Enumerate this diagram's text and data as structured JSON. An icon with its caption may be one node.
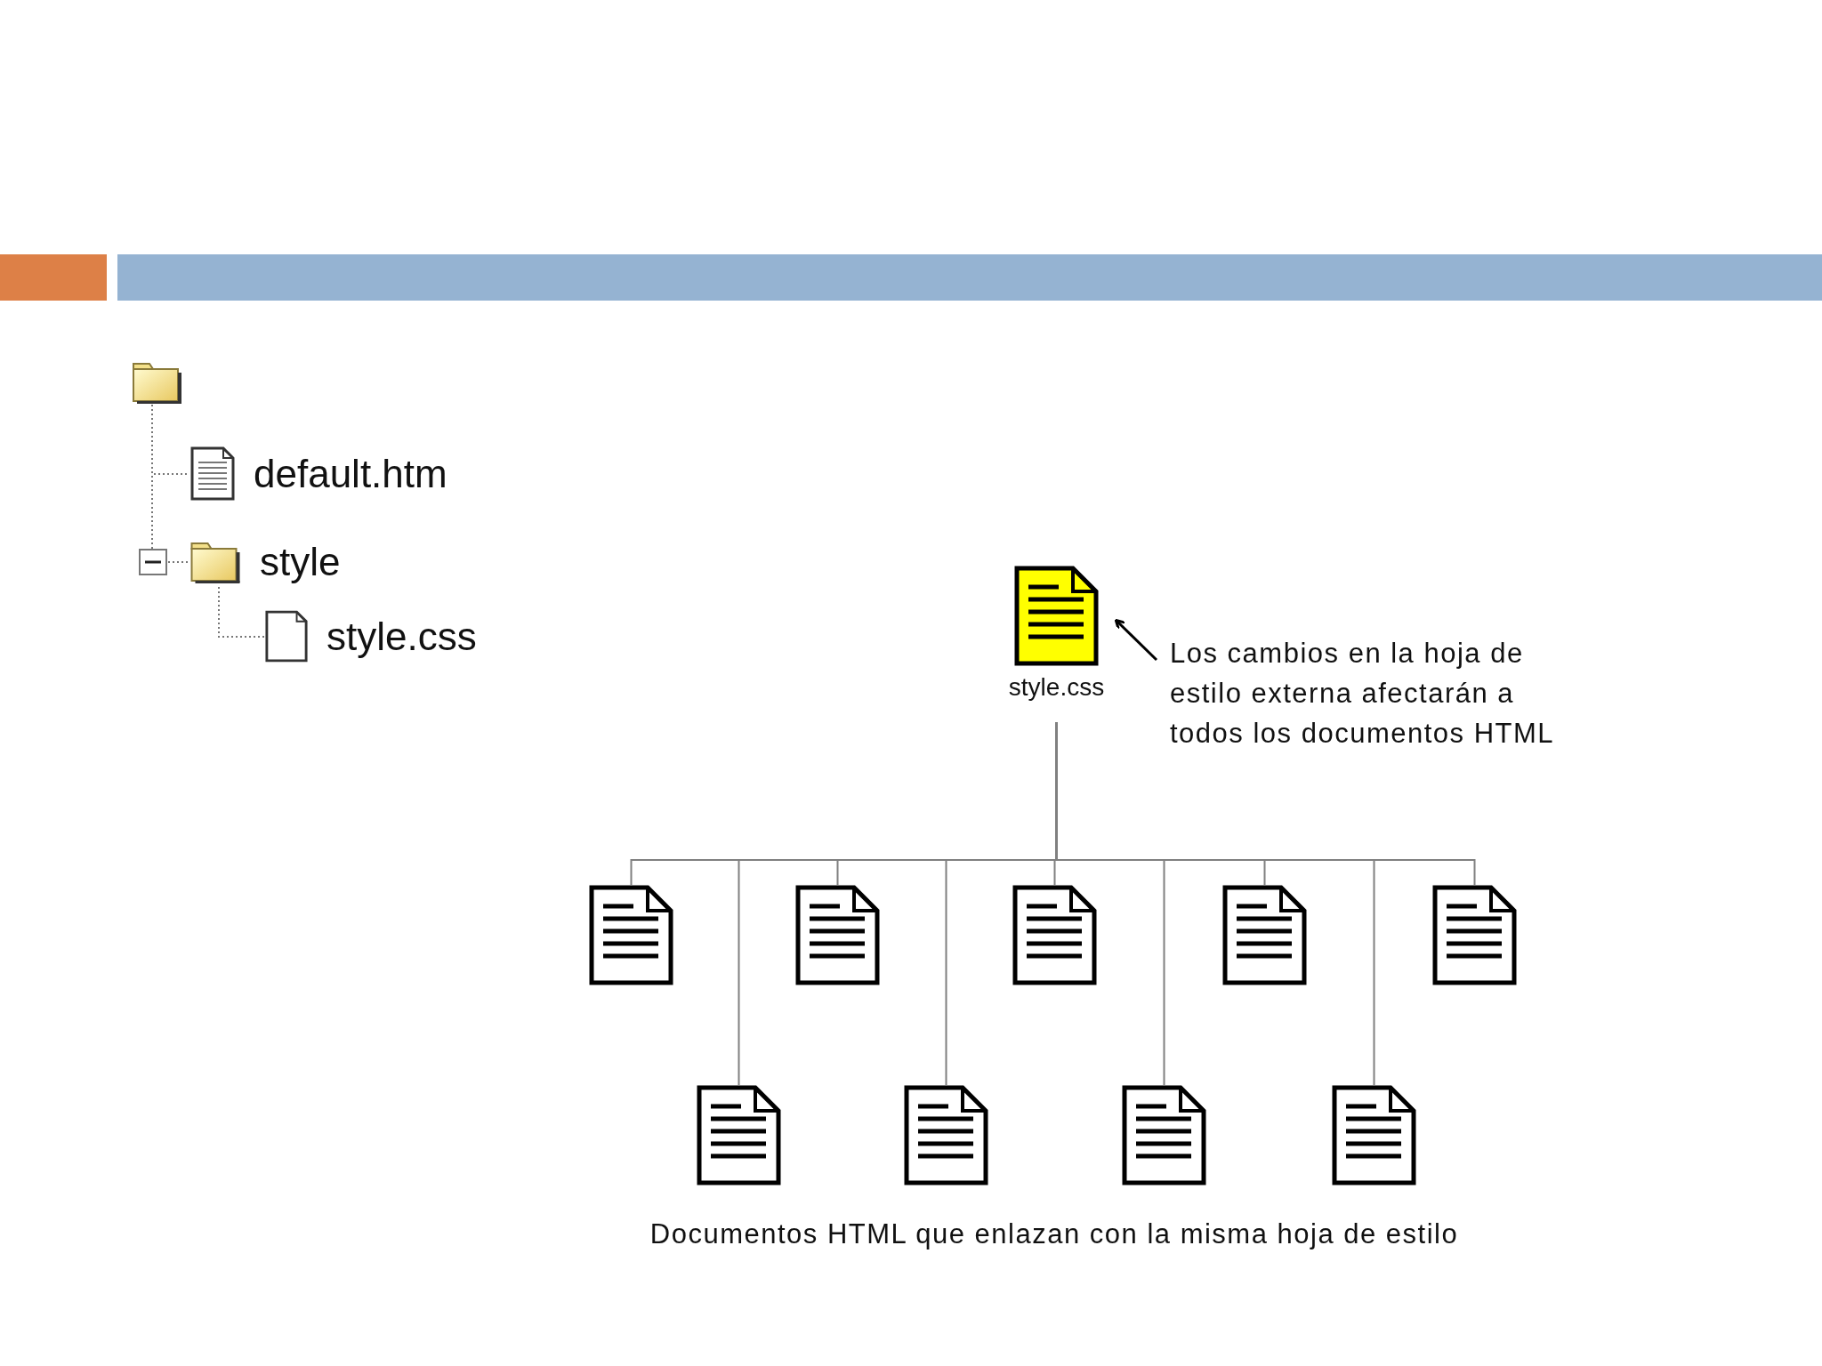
{
  "diagram": {
    "caption": "Documentos HTML que enlazan con la misma hoja de estilo",
    "nodes": [
      {
        "text": [],
        "shape": "folder"
      },
      {
        "text": [
          "default.htm"
        ]
      },
      {
        "text": [
          "style"
        ]
      },
      {
        "text": [
          "style.css"
        ]
      },
      {
        "text": [
          "style.css"
        ]
      },
      {
        "text": [
          "Los cambios en la hoja de estilo externa afectarán a todos los documentos HTML"
        ]
      },
      {
        "text": [],
        "shape": "document"
      },
      {
        "text": [],
        "shape": "document"
      },
      {
        "text": [],
        "shape": "document"
      },
      {
        "text": [],
        "shape": "document"
      },
      {
        "text": [],
        "shape": "document"
      },
      {
        "text": [],
        "shape": "document"
      },
      {
        "text": [],
        "shape": "document"
      },
      {
        "text": [],
        "shape": "document"
      },
      {
        "text": [],
        "shape": "document"
      }
    ],
    "edges": [
      {
        "from": 0,
        "to": 1,
        "arrow": "none",
        "style": "dashed"
      },
      {
        "from": 0,
        "to": 2,
        "arrow": "none",
        "style": "dashed"
      },
      {
        "from": 2,
        "to": 3,
        "arrow": "none",
        "style": "dashed"
      },
      {
        "from": 5,
        "to": 4,
        "arrow": "to",
        "color": "#000000"
      },
      {
        "from": 4,
        "to": 6,
        "arrow": "none"
      },
      {
        "from": 4,
        "to": 7,
        "arrow": "none"
      },
      {
        "from": 4,
        "to": 8,
        "arrow": "none"
      },
      {
        "from": 4,
        "to": 9,
        "arrow": "none"
      },
      {
        "from": 4,
        "to": 10,
        "arrow": "none"
      },
      {
        "from": 4,
        "to": 11,
        "arrow": "none"
      },
      {
        "from": 4,
        "to": 12,
        "arrow": "none"
      },
      {
        "from": 4,
        "to": 13,
        "arrow": "none"
      },
      {
        "from": 4,
        "to": 14,
        "arrow": "none"
      }
    ]
  }
}
